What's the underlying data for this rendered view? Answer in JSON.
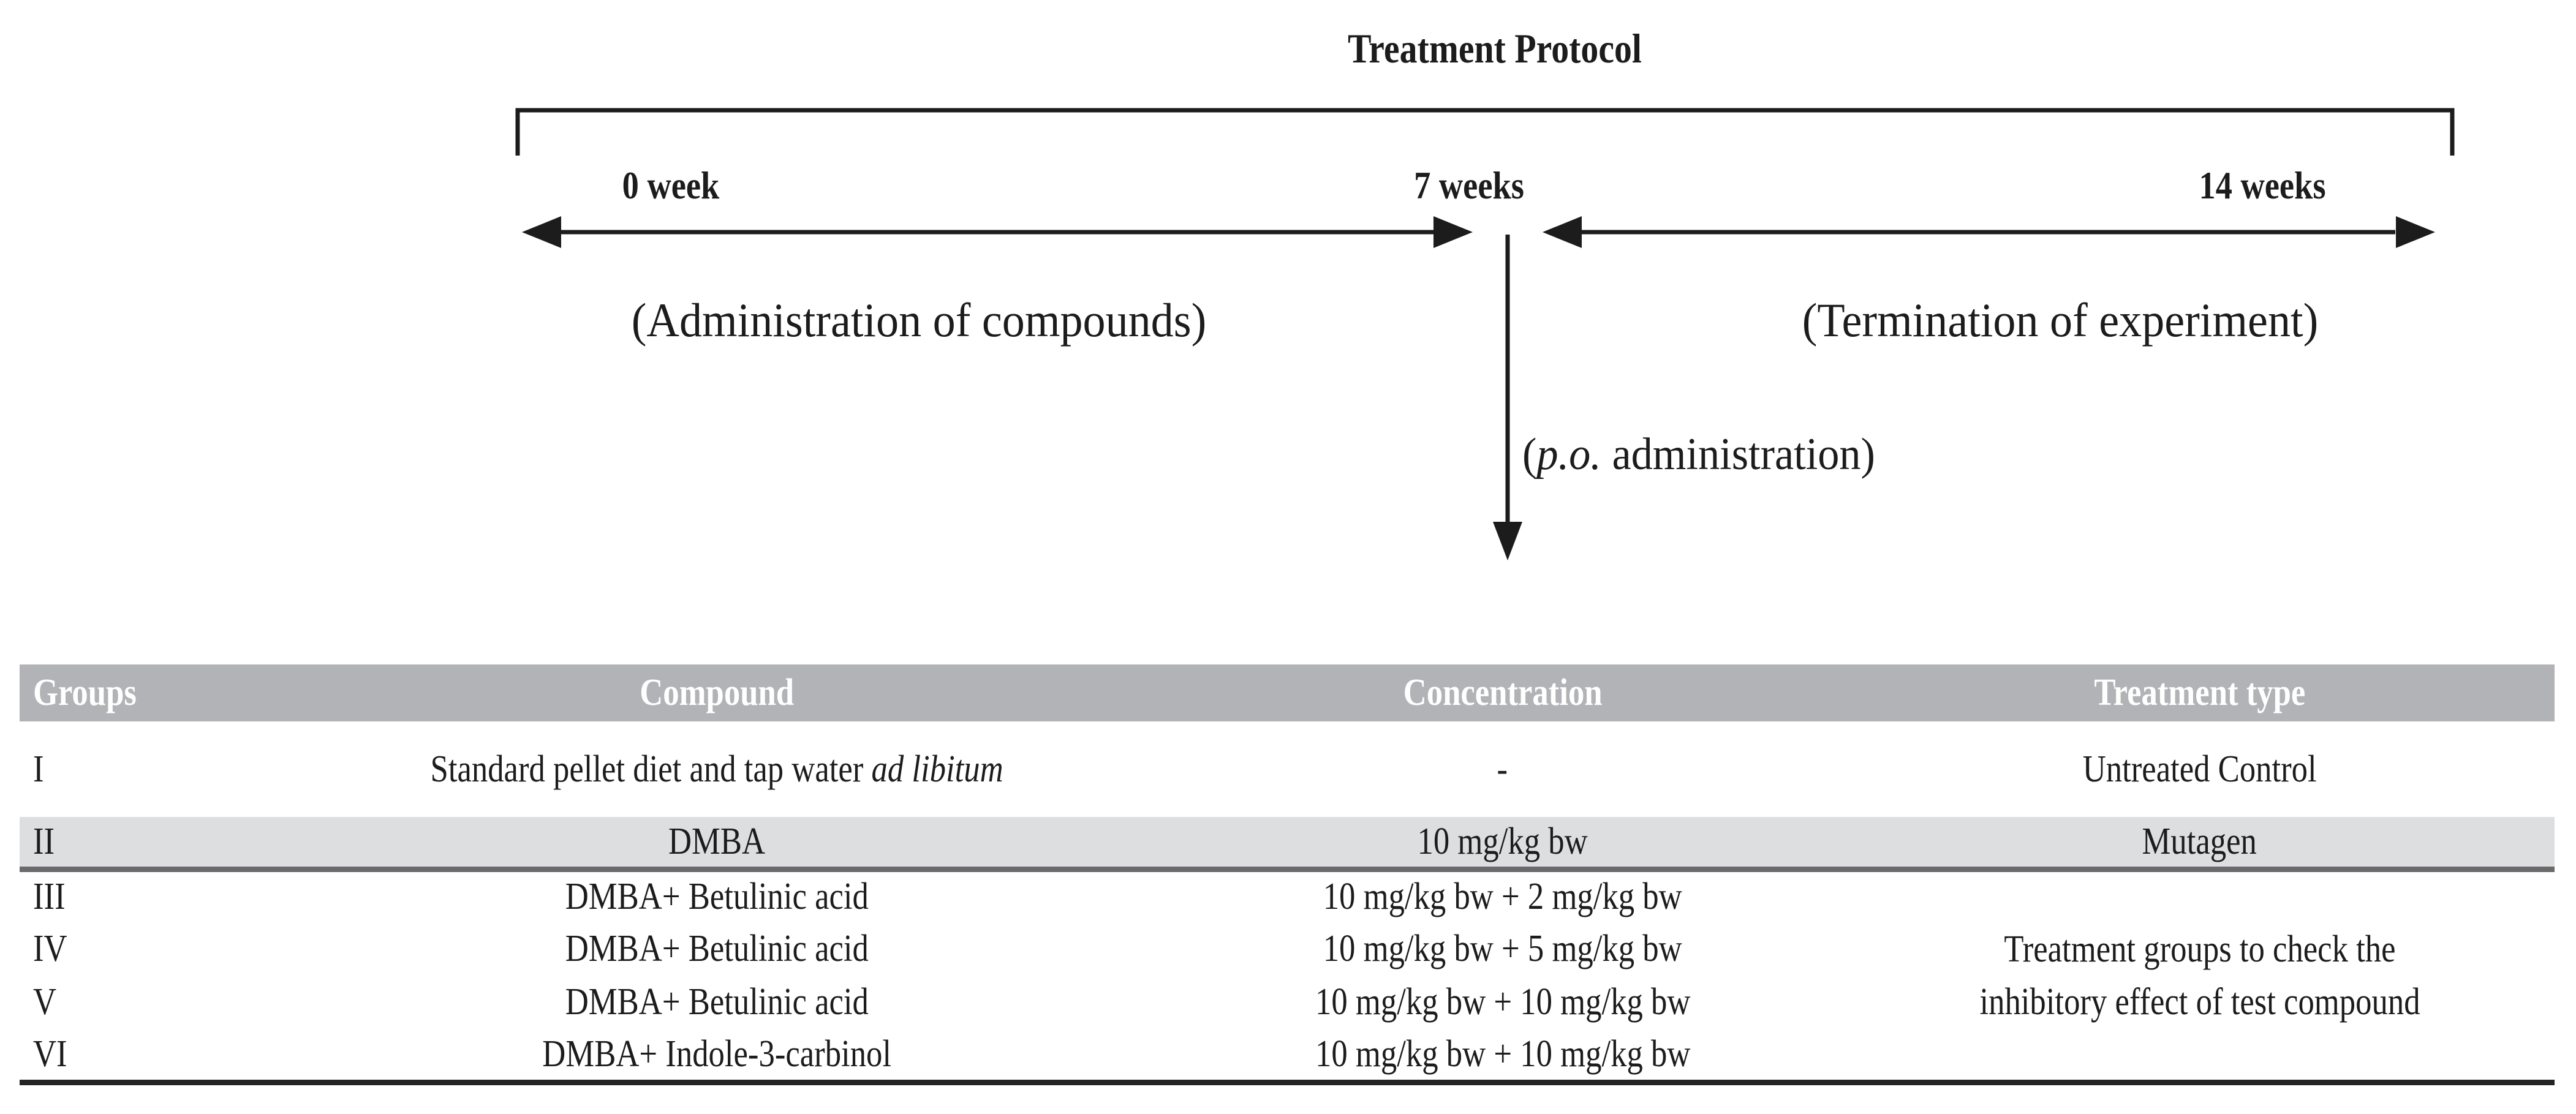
{
  "colors": {
    "header_bg": "#b2b3b6",
    "header_text": "#ffffff",
    "row_alt_bg": "#dcdee0",
    "divider_dark": "#6a6a6c",
    "bottom_rule": "#242424",
    "line_color": "#1c1c1c"
  },
  "diagram": {
    "title": "Treatment Protocol",
    "timeline": {
      "start_label": "0 week",
      "mid_label": "7 weeks",
      "end_label": "14 weeks",
      "phase1_annotation": "(Administration of compounds)",
      "phase2_annotation": "(Termination of experiment)",
      "po_prefix": "(",
      "po_italic": "p.o.",
      "po_suffix": " administration)"
    }
  },
  "table": {
    "headers": [
      "Groups",
      "Compound",
      "Concentration",
      "Treatment type"
    ],
    "rows": [
      {
        "group": "I",
        "compound": "Standard pellet diet and tap water ",
        "compound_italic": "ad libitum",
        "concentration": "-",
        "treatment": "Untreated Control"
      },
      {
        "group": "II",
        "compound": "DMBA",
        "compound_italic": "",
        "concentration": "10 mg/kg bw",
        "treatment": "Mutagen"
      },
      {
        "group": "III",
        "compound": "DMBA+ Betulinic acid",
        "compound_italic": "",
        "concentration": "10 mg/kg bw + 2 mg/kg bw"
      },
      {
        "group": "IV",
        "compound": "DMBA+ Betulinic acid",
        "compound_italic": "",
        "concentration": "10 mg/kg bw + 5 mg/kg bw"
      },
      {
        "group": "V",
        "compound": "DMBA+ Betulinic acid",
        "compound_italic": "",
        "concentration": "10 mg/kg bw + 10 mg/kg bw"
      },
      {
        "group": "VI",
        "compound": "DMBA+ Indole-3-carbinol",
        "compound_italic": "",
        "concentration": "10 mg/kg bw + 10 mg/kg bw"
      }
    ],
    "merged_treatment": {
      "line1": "Treatment groups to check the",
      "line2": "inhibitory effect of test compound"
    }
  }
}
